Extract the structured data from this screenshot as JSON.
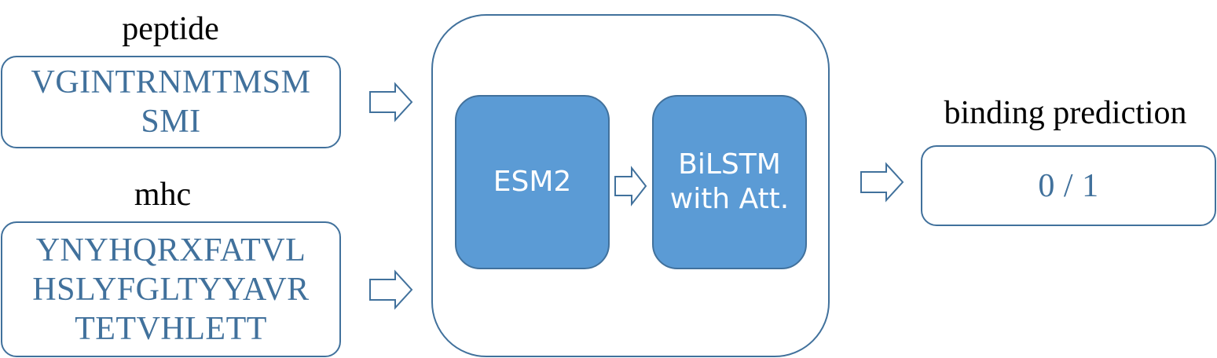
{
  "inputs": {
    "peptide": {
      "label": "peptide",
      "lines": [
        "VGINTRNMTMSM",
        "SMI"
      ]
    },
    "mhc": {
      "label": "mhc",
      "lines": [
        "YNYHQRXFATVL",
        "HSLYFGLTYYAVR",
        "TETVHLETT"
      ]
    }
  },
  "model": {
    "blocks": [
      {
        "lines": [
          "ESM2"
        ]
      },
      {
        "lines": [
          "BiLSTM",
          "with Att."
        ]
      }
    ]
  },
  "output": {
    "label": "binding prediction",
    "value": "0 / 1"
  },
  "colors": {
    "box_stroke": "#41719c",
    "block_fill": "#5b9bd5",
    "sequence_text": "#41719c"
  }
}
